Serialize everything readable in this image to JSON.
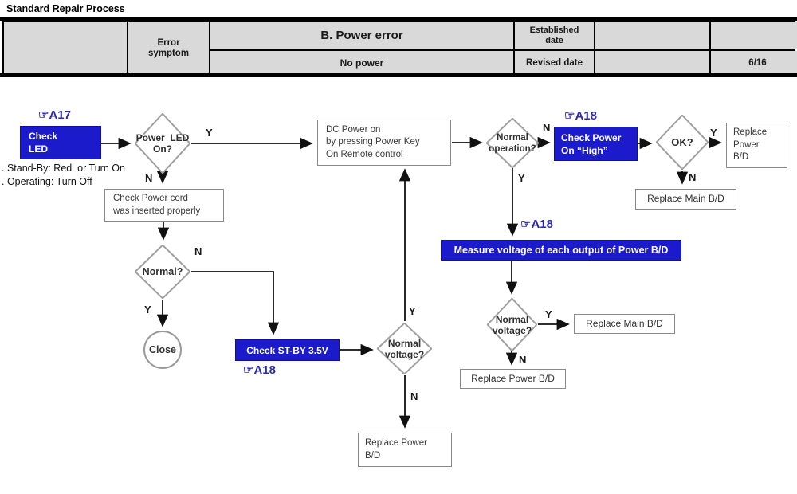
{
  "header": {
    "title": "Standard Repair Process",
    "table": {
      "error_symptom_label": "Error\nsymptom",
      "error_category": "B. Power error",
      "error_symptom": "No power",
      "established_date_label": "Established\ndate",
      "established_date_value": "",
      "revised_date_label": "Revised date",
      "revised_date_value": "",
      "page_number": "6/16"
    }
  },
  "flowchart": {
    "refs": {
      "a17_check_led": "☞A17",
      "a18_power_high": "☞A18",
      "a18_measure": "☞A18",
      "a18_stby": "☞A18"
    },
    "nodes": {
      "check_led": "Check\nLED",
      "led_note": ". Stand-By: Red  or Turn On\n. Operating: Turn Off",
      "power_led_on": "Power  LED\nOn?",
      "dc_power": "DC Power on\nby pressing Power Key\nOn Remote control",
      "check_power_cord": "Check Power cord\nwas inserted properly",
      "normal_q": "Normal?",
      "close": "Close",
      "check_stby": "Check ST-BY 3.5V",
      "normal_voltage_center": "Normal\nvoltage?",
      "replace_power_bd_bottom": "Replace Power\nB/D",
      "normal_operation": "Normal\noperation?",
      "check_power_high": "Check Power\nOn “High”",
      "ok_q": "OK?",
      "replace_power_bd_right": "Replace\nPower\nB/D",
      "replace_main_bd_top": "Replace Main B/D",
      "measure_voltage": "Measure voltage of each output of Power B/D",
      "normal_voltage_right": "Normal\nvoltage?",
      "replace_main_bd_mid": "Replace Main B/D",
      "replace_power_bd_mid": "Replace Power B/D"
    },
    "edge_labels": {
      "yes": "Y",
      "no": "N"
    },
    "colors": {
      "node_blue": "#1b1bcc",
      "ref_blue": "#2b2baa",
      "line_black": "#111111",
      "table_gray": "#d9d9d9",
      "border_gray": "#8a8a8a"
    }
  }
}
